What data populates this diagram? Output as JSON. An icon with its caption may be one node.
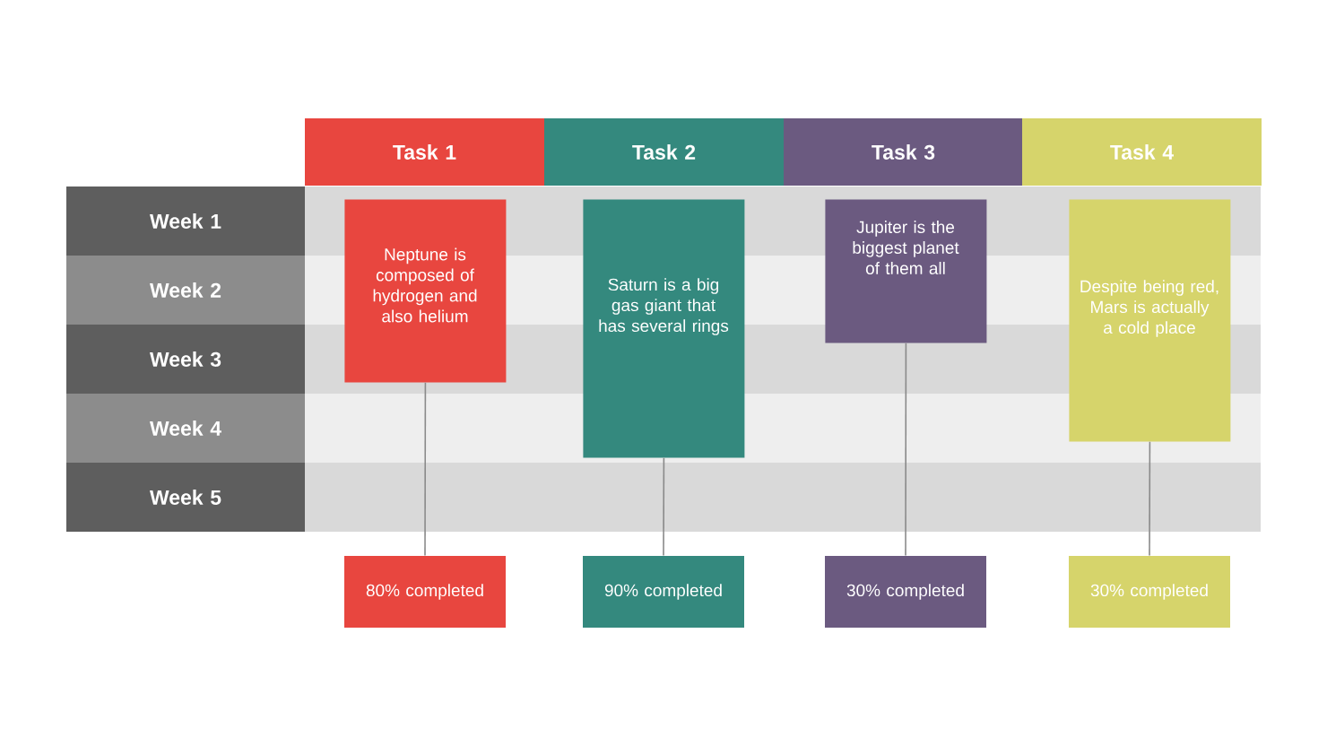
{
  "diagram": {
    "nodes": [
      {
        "text": [
          "Task 1"
        ]
      },
      {
        "text": [
          "Task 2"
        ]
      },
      {
        "text": [
          "Task 3"
        ]
      },
      {
        "text": [
          "Task 4"
        ]
      },
      {
        "text": [
          "Week 1"
        ]
      },
      {
        "text": [
          "Week 2"
        ]
      },
      {
        "text": [
          "Week 3"
        ]
      },
      {
        "text": [
          "Week 4"
        ]
      },
      {
        "text": [
          "Week 5"
        ]
      },
      {
        "text": [
          "Neptune is composed of hydrogen and also helium"
        ]
      },
      {
        "text": [
          "Saturn is a big gas giant that has several rings"
        ]
      },
      {
        "text": [
          "Jupiter is the biggest planet of them all"
        ]
      },
      {
        "text": [
          "Despite being red, Mars is actually a cold place"
        ]
      },
      {
        "text": [
          "80% completed"
        ]
      },
      {
        "text": [
          "90% completed"
        ]
      },
      {
        "text": [
          "30% completed"
        ]
      },
      {
        "text": [
          "30% completed"
        ]
      }
    ],
    "edges": [
      {
        "from": 9,
        "to": 13,
        "arrow": "none"
      },
      {
        "from": 10,
        "to": 14,
        "arrow": "none"
      },
      {
        "from": 11,
        "to": 15,
        "arrow": "none"
      },
      {
        "from": 12,
        "to": 16,
        "arrow": "none"
      }
    ]
  }
}
